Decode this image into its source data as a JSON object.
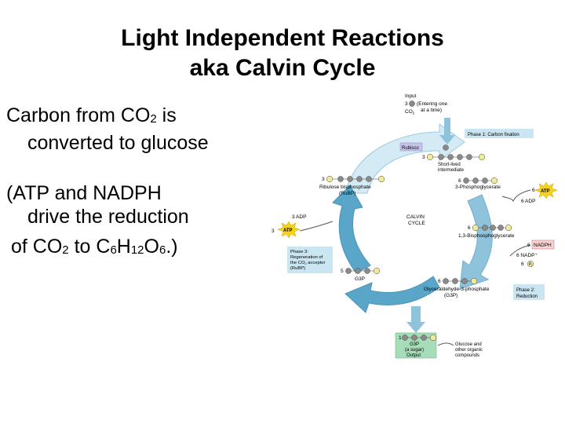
{
  "title": {
    "line1": "Light Independent Reactions",
    "line2": "aka Calvin Cycle"
  },
  "bullets": {
    "b1_a": "Carbon from CO",
    "b1_sub": "2",
    "b1_b": " is",
    "b1_c": "converted to glucose",
    "b2_a": "(ATP and NADPH",
    "b2_b": "drive the reduction",
    "b3_a": "of CO",
    "b3_s1": "2",
    "b3_b": " to C",
    "b3_s2": "6",
    "b3_c": "H",
    "b3_s3": "12",
    "b3_d": "O",
    "b3_s4": "6",
    "b3_e": ".)"
  },
  "diagram": {
    "input_label": "Input",
    "input_count": "3",
    "input_note1": "(Entering one",
    "input_note2": "at a time)",
    "input_co2": "CO",
    "input_co2_sub": "2",
    "rubisco": "Rubisco",
    "phase1": "Phase 1: Carbon fixation",
    "short_count": "3",
    "short_label1": "Short-lived",
    "short_label2": "intermediate",
    "pga_count": "6",
    "pga_label": "3-Phosphoglycerate",
    "atp_top_count": "6",
    "atp": "ATP",
    "adp_top": "6 ADP",
    "bpg_count": "6",
    "bpg_label": "1,3-Bisphosphoglycerate",
    "nadph_count": "6",
    "nadph": "NADPH",
    "nadp_out": "6 NADP⁺",
    "pi_count": "6",
    "pi_label": "P",
    "pi_sub": "i",
    "g3p_count": "6",
    "g3p_label1": "Glyceraldehyde-3-phosphate",
    "g3p_label2": "(G3P)",
    "phase2_l1": "Phase 2:",
    "phase2_l2": "Reduction",
    "calvin_l1": "CALVIN",
    "calvin_l2": "CYCLE",
    "rubp_count": "3",
    "rubp_label1": "Ribulose bisphosphate",
    "rubp_label2": "(RuBP)",
    "adp_left": "3 ADP",
    "atp_left_count": "3",
    "phase3_l1": "Phase 3:",
    "phase3_l2": "Regeneration of",
    "phase3_l3a": "the CO",
    "phase3_l3sub": "2",
    "phase3_l3b": " acceptor",
    "phase3_l4": "(RuBP)",
    "g3p5_count": "5",
    "g3p5_label": "G3P",
    "out_count": "1",
    "out_l1": "G3P",
    "out_l2": "(a sugar)",
    "out_l3": "Output",
    "glucose_l1": "Glucose and",
    "glucose_l2": "other organic",
    "glucose_l3": "compounds",
    "phosphate": "P"
  },
  "colors": {
    "arrow_blue": "#5aa6c8",
    "arrow_light": "#d4eaf4",
    "phase_box": "#c9e6f2",
    "output_box": "#a7dcb8",
    "atp_burst": "#f6d21a",
    "phosphate_fill": "#f1ea9a",
    "carbon_gray": "#8a8a8a"
  }
}
